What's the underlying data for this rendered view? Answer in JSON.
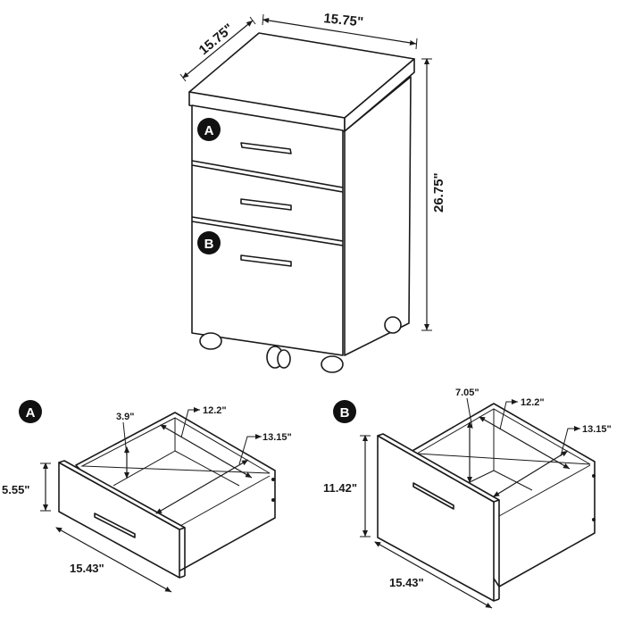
{
  "cabinet": {
    "dims": {
      "depth": "15.75\"",
      "width": "15.75\"",
      "height": "26.75\""
    },
    "drawer_badges": [
      "A",
      "B"
    ]
  },
  "drawer_a": {
    "badge": "A",
    "dims": {
      "front_height": "5.55\"",
      "front_width": "15.43\"",
      "inner_height": "3.9\"",
      "inner_width": "12.2\"",
      "inner_depth": "13.15\""
    }
  },
  "drawer_b": {
    "badge": "B",
    "dims": {
      "front_height": "11.42\"",
      "front_width": "15.43\"",
      "inner_height": "7.05\"",
      "inner_width": "12.2\"",
      "inner_depth": "13.15\""
    }
  },
  "colors": {
    "line": "#1a1a1a",
    "badge": "#111111",
    "background": "#ffffff"
  }
}
